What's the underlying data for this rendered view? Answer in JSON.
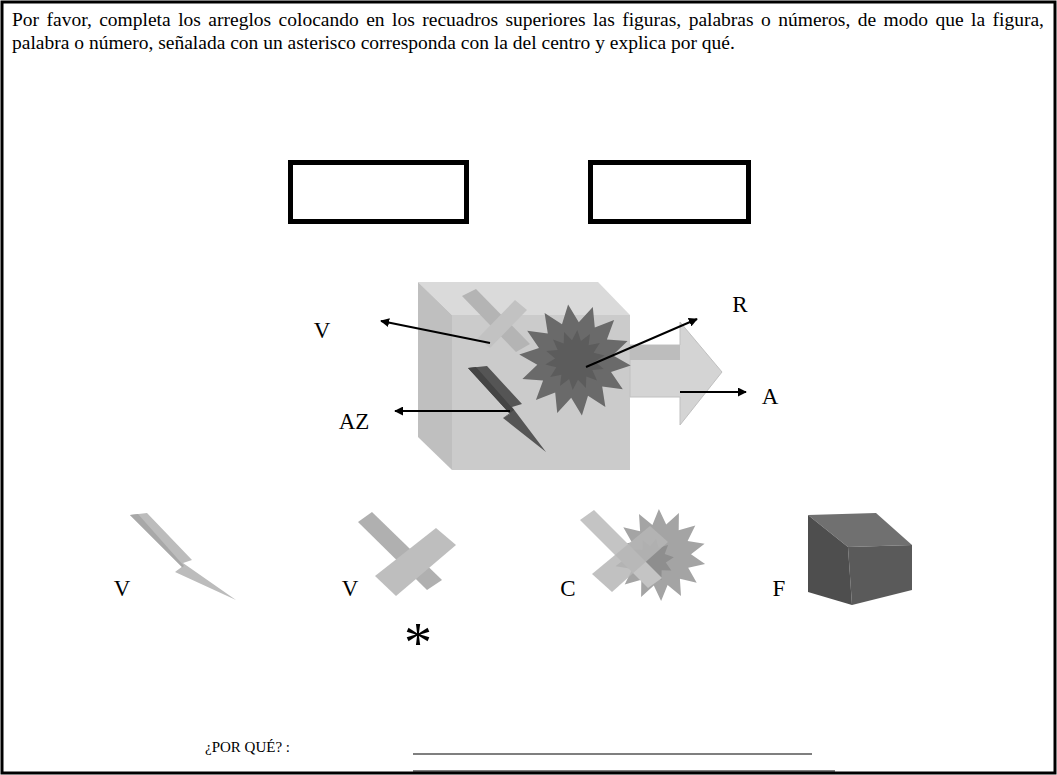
{
  "diagram": {
    "labels": [
      "Por favor, completa los arreglos colocando en los recuadros superiores las figuras, palabras o números, de modo que la figura, palabra o número, señalada con un asterisco corresponda con la del centro y explica por qué.",
      "V",
      "R",
      "AZ",
      "A",
      "V",
      "V",
      "C",
      "F",
      "*",
      "¿POR QUÉ? :"
    ]
  }
}
